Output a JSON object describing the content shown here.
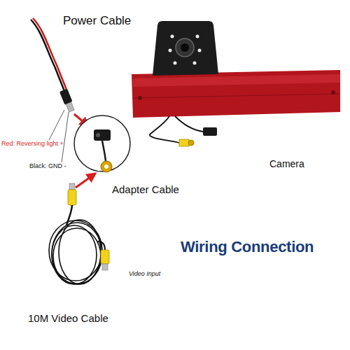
{
  "diagram": {
    "title": "Wiring Connection",
    "labels": [
      "Power Cable",
      "Red: Reversing light +",
      "Black: GND -",
      "Adapter Cable",
      "Camera",
      "Video Input",
      "10M Video Cable"
    ]
  }
}
